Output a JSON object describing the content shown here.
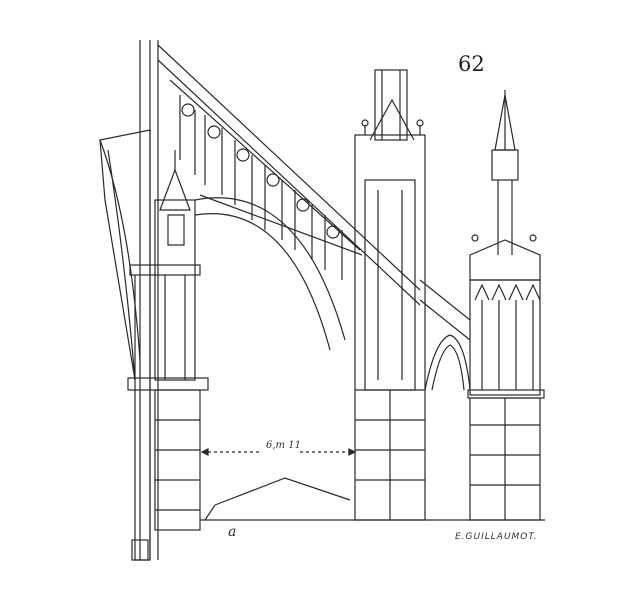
{
  "figure": {
    "number": "62",
    "dimension_label": "6,m 11",
    "engraver_signature": "E.GUILLAUMOT.",
    "point_mark": "a"
  },
  "colors": {
    "ink": "#2a2a2a",
    "paper": "#ffffff"
  }
}
